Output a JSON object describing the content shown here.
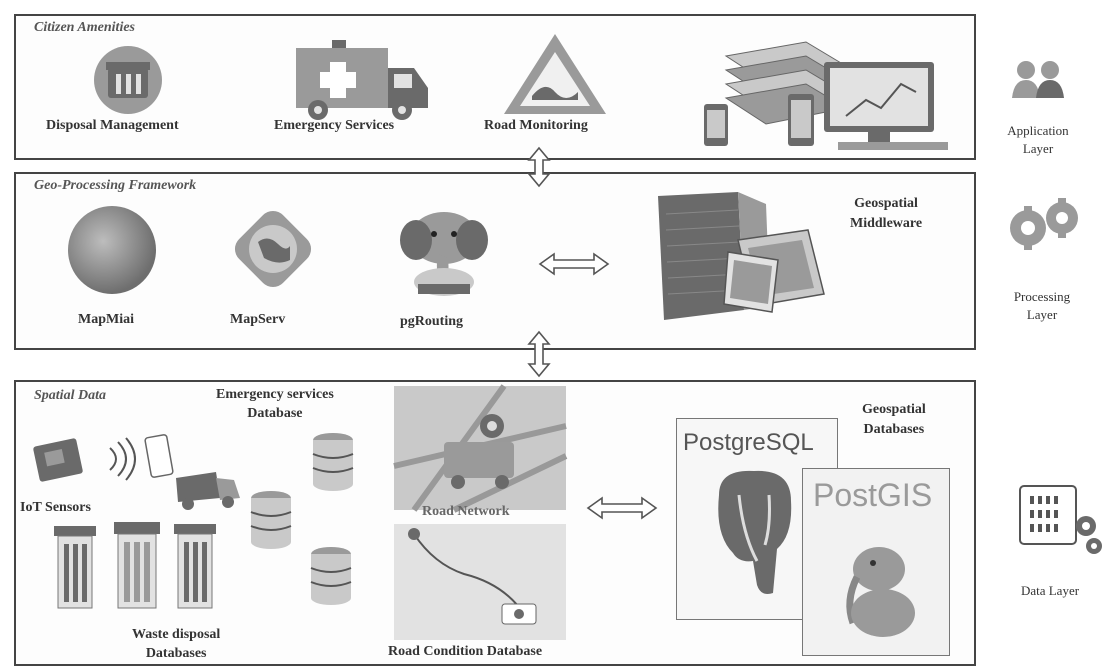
{
  "application_panel": {
    "title": "Citizen Amenities",
    "items": [
      "Disposal Management",
      "Emergency Services",
      "Road Monitoring"
    ],
    "icons": [
      "disposal-bin-icon",
      "ambulance-icon",
      "road-warning-icon",
      "devices-map-icon"
    ]
  },
  "processing_panel": {
    "title": "Geo-Processing Framework",
    "items": [
      "MapMiai",
      "MapServ",
      "pgRouting"
    ],
    "middleware_label": "Geospatial\nMiddleware",
    "icons": [
      "globe-icon",
      "mapserver-icon",
      "elephant-icon",
      "server-icon"
    ]
  },
  "data_panel": {
    "title": "Spatial Data",
    "iot_label": "IoT Sensors",
    "emergency_db_label": "Emergency services\nDatabase",
    "road_network_label": "Road Network",
    "waste_db_label": "Waste disposal\nDatabases",
    "road_condition_label": "Road Condition Database",
    "geo_db_label": "Geospatial\nDatabases",
    "postgresql_label": "PostgreSQL",
    "postgis_label": "PostGIS"
  },
  "layers": {
    "application": "Application\nLayer",
    "processing": "Processing\nLayer",
    "data": "Data Layer"
  }
}
